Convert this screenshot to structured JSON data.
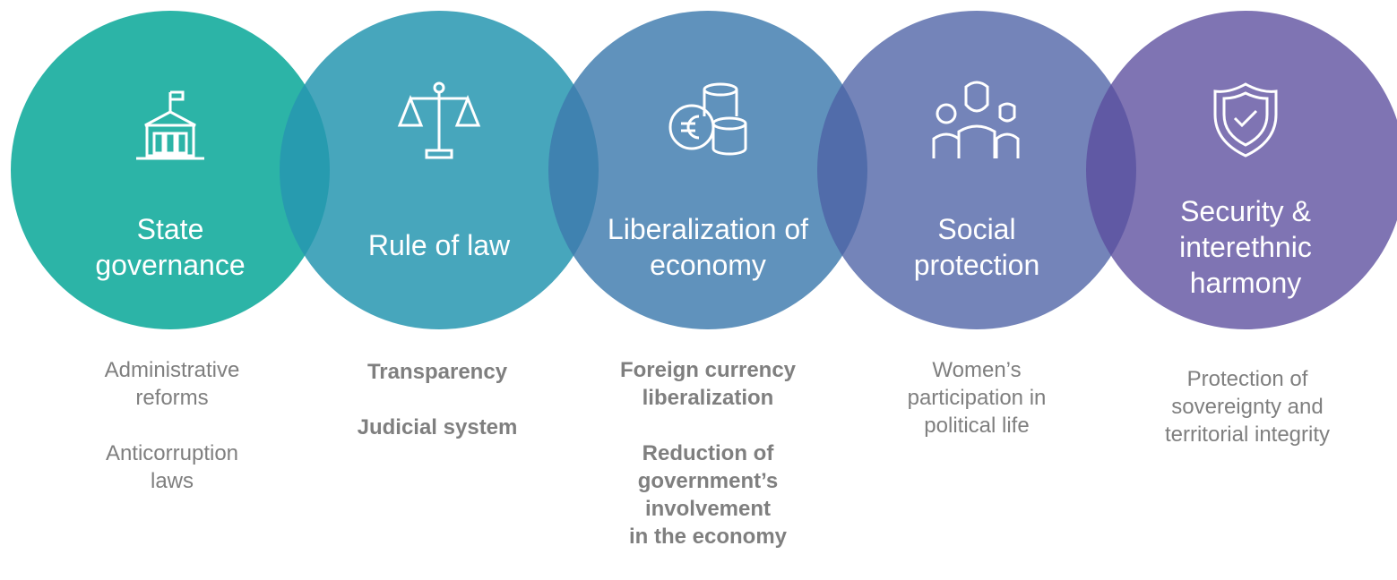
{
  "pillars": [
    {
      "title": "State\ngovernance",
      "icon": "government-building-icon",
      "color": "#1aaea0",
      "items": [
        "Administrative\nreforms",
        "Anticorruption\nlaws"
      ],
      "bold": false
    },
    {
      "title": "Rule of law",
      "icon": "scales-of-justice-icon",
      "color": "#2797b0",
      "items": [
        "Transparency",
        "Judicial system"
      ],
      "bold": true
    },
    {
      "title": "Liberalization of\neconomy",
      "icon": "euro-coins-icon",
      "color": "#3d7aad",
      "items": [
        "Foreign currency\nliberalization",
        "Reduction of\ngovernment’s\ninvolvement\nin the economy"
      ],
      "bold": true
    },
    {
      "title": "Social\nprotection",
      "icon": "group-of-people-icon",
      "color": "#4d62a5",
      "items": [
        "Women’s\nparticipation in\npolitical life"
      ],
      "bold": false
    },
    {
      "title": "Security &\ninterethnic\nharmony",
      "icon": "shield-check-icon",
      "color": "#5b4d9e",
      "items": [
        "Protection of\nsovereignty and\nterritorial integrity"
      ],
      "bold": false
    }
  ]
}
